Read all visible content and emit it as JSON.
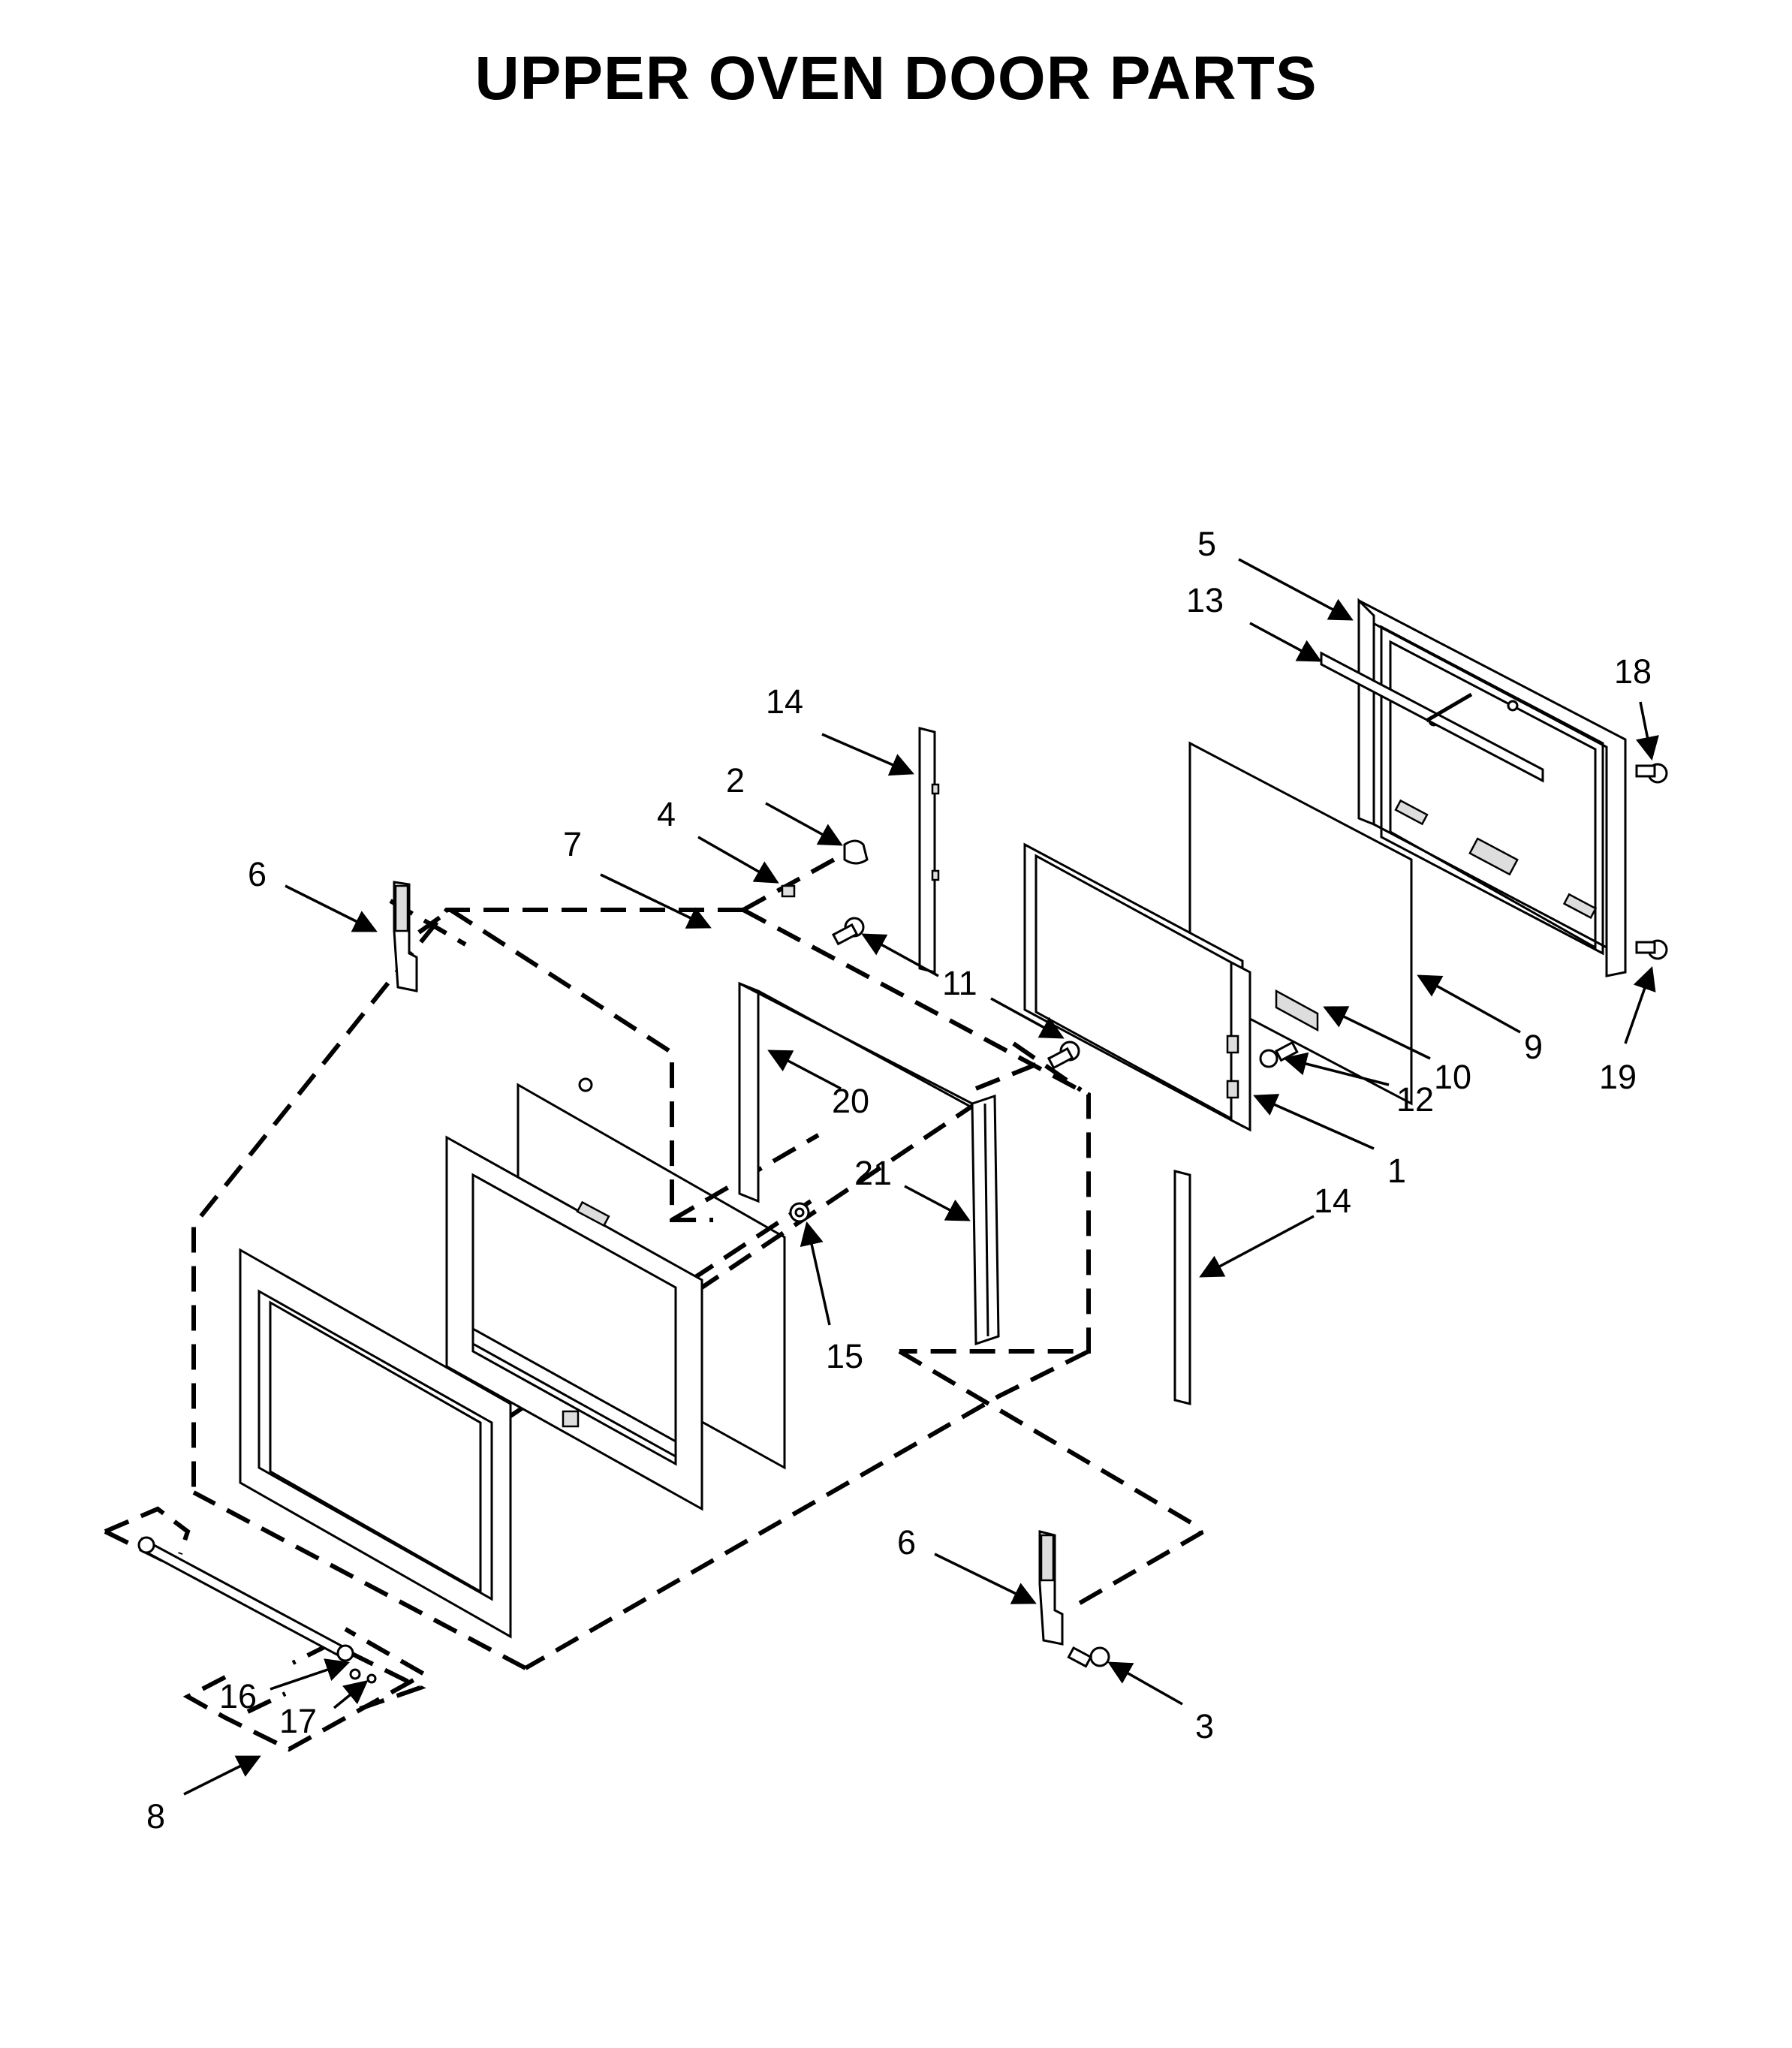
{
  "title": "UPPER OVEN DOOR PARTS",
  "callouts": [
    "1",
    "2",
    "3",
    "4",
    "5",
    "6",
    "7",
    "8",
    "9",
    "10",
    "11",
    "12",
    "13",
    "14",
    "15",
    "16",
    "17",
    "18",
    "19",
    "20",
    "21"
  ],
  "labels": {
    "l1": "1",
    "l2": "2",
    "l3": "3",
    "l4": "4",
    "l5": "5",
    "l6a": "6",
    "l6b": "6",
    "l7": "7",
    "l8": "8",
    "l9": "9",
    "l10": "10",
    "l11": "11",
    "l12": "12",
    "l13": "13",
    "l14a": "14",
    "l14b": "14",
    "l15": "15",
    "l16": "16",
    "l17": "17",
    "l18": "18",
    "l19": "19",
    "l20": "20",
    "l21": "21"
  }
}
